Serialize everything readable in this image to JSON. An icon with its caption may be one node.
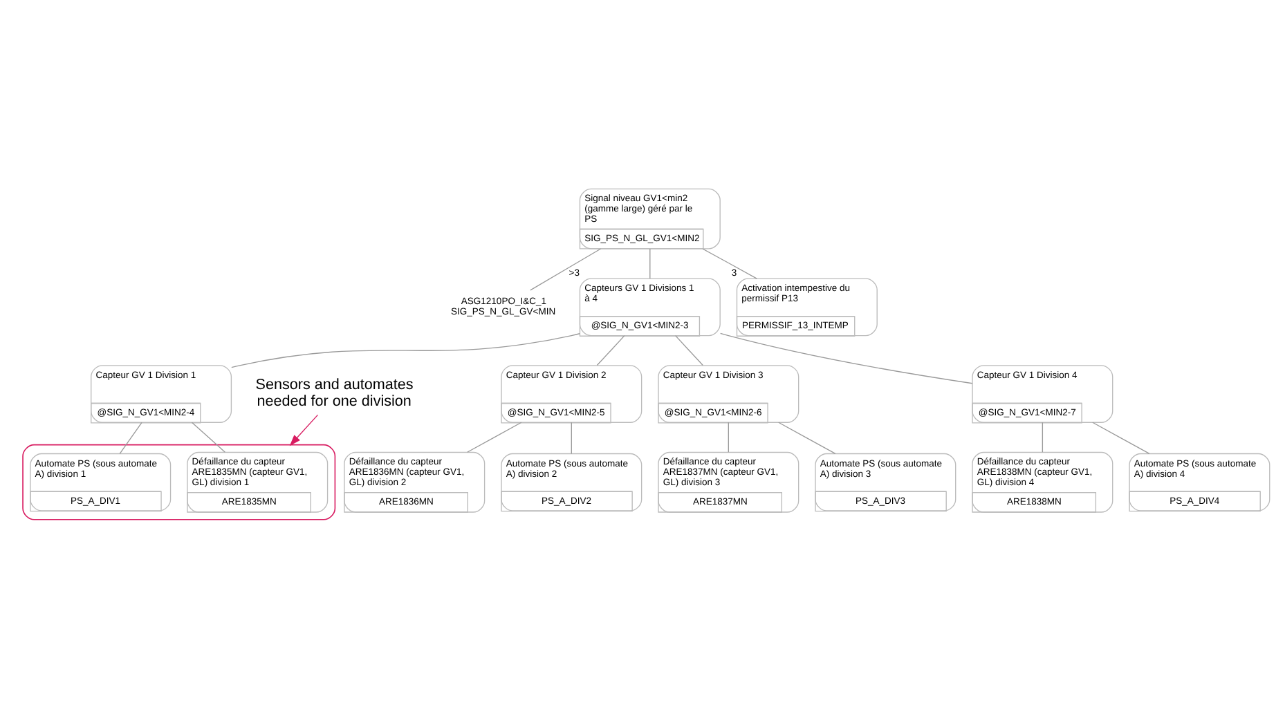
{
  "diagram": {
    "nodes": [
      {
        "text": [
          "Signal niveau GV1<min2 (gamme large) géré par le PS",
          "SIG_PS_N_GL_GV1<MIN2"
        ]
      },
      {
        "text": [
          "ASG1210PO_I&C_1 SIG_PS_N_GL_GV<MIN"
        ]
      },
      {
        "text": [
          "Capteurs GV 1 Divisions 1 à 4",
          "@SIG_N_GV1<MIN2-3"
        ],
        "beside": [
          ">3"
        ]
      },
      {
        "text": [
          "Activation intempestive du permissif P13",
          "PERMISSIF_13_INTEMP"
        ],
        "beside": [
          "3"
        ]
      },
      {
        "text": [
          "Capteur GV 1 Division 1",
          "@SIG_N_GV1<MIN2-4"
        ]
      },
      {
        "text": [
          "Capteur GV 1 Division 2",
          "@SIG_N_GV1<MIN2-5"
        ]
      },
      {
        "text": [
          "Capteur GV 1 Division 3",
          "@SIG_N_GV1<MIN2-6"
        ]
      },
      {
        "text": [
          "Capteur GV 1 Division 4",
          "@SIG_N_GV1<MIN2-7"
        ]
      },
      {
        "text": [],
        "shape": "ellipse"
      },
      {
        "text": [
          "Défaillance du capteur ARE1835MN (capteur GV1, GL) division 1",
          "ARE1835MN"
        ],
        "in": 8
      },
      {
        "text": [
          "Automate PS (sous automate A) division 1",
          "PS_A_DIV1"
        ],
        "in": 8
      },
      {
        "text": [
          "Défaillance du capteur ARE1836MN (capteur GV1, GL) division 2",
          "ARE1836MN"
        ]
      },
      {
        "text": [
          "Automate PS (sous automate A) division 2",
          "PS_A_DIV2"
        ]
      },
      {
        "text": [
          "Défaillance du capteur ARE1837MN (capteur GV1, GL) division 3",
          "ARE1837MN"
        ]
      },
      {
        "text": [
          "Automate PS (sous automate A) division 3",
          "PS_A_DIV3"
        ]
      },
      {
        "text": [
          "Défaillance du capteur ARE1838MN (capteur GV1, GL) division 4",
          "ARE1838MN"
        ]
      },
      {
        "text": [
          "Automate PS (sous automate A) division 4",
          "PS_A_DIV4"
        ]
      },
      {
        "text": [
          "Sensors and automates needed for one division"
        ]
      }
    ],
    "edges": [
      {
        "from": 0,
        "to": 1,
        "arrow": "none"
      },
      {
        "from": 0,
        "to": 2,
        "arrow": "none"
      },
      {
        "from": 0,
        "to": 3,
        "arrow": "none"
      },
      {
        "from": 2,
        "to": 4,
        "arrow": "none"
      },
      {
        "from": 2,
        "to": 5,
        "arrow": "none"
      },
      {
        "from": 2,
        "to": 6,
        "arrow": "none"
      },
      {
        "from": 2,
        "to": 7,
        "arrow": "none"
      },
      {
        "from": 4,
        "to": 9,
        "arrow": "none"
      },
      {
        "from": 4,
        "to": 10,
        "arrow": "none"
      },
      {
        "from": 5,
        "to": 11,
        "arrow": "none"
      },
      {
        "from": 5,
        "to": 12,
        "arrow": "none"
      },
      {
        "from": 6,
        "to": 13,
        "arrow": "none"
      },
      {
        "from": 6,
        "to": 14,
        "arrow": "none"
      },
      {
        "from": 7,
        "to": 15,
        "arrow": "none"
      },
      {
        "from": 7,
        "to": 16,
        "arrow": "none"
      },
      {
        "from": 17,
        "to": 8,
        "arrow": "to",
        "color": "#d81b60"
      }
    ]
  }
}
